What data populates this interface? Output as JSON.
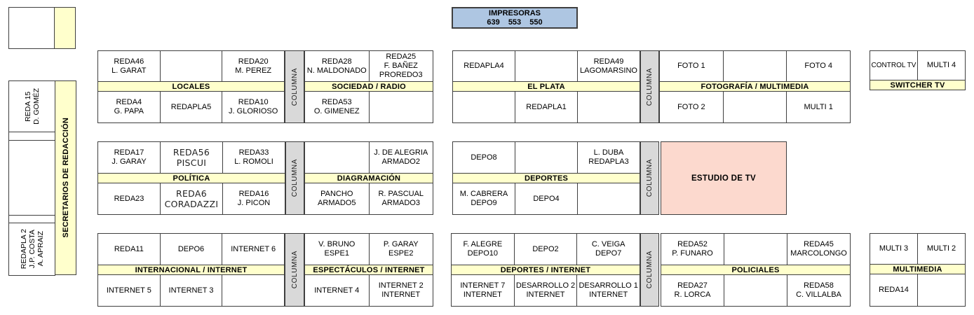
{
  "labels": {
    "columna": "COLUMNA",
    "estudio_tv": "ESTUDIO DE TV",
    "secretarios": "SECRETARIOS DE REDACCIÓN"
  },
  "printers": {
    "title": "IMPRESORAS",
    "numbers": "639 553 550"
  },
  "left_desks": {
    "top": "REDA 15\nD. GOMÉZ",
    "bottom": "REDAPLA 2\nJ.P. COSTA\nA. APRAIZ"
  },
  "groups": {
    "locales": {
      "header": "LOCALES",
      "top": [
        "REDA46\nL. GARAT",
        "",
        "REDA20\nM. PEREZ"
      ],
      "bottom": [
        "REDA4\nG. PAPA",
        "REDAPLA5",
        "REDA10\nJ. GLORIOSO"
      ]
    },
    "sociedad_radio": {
      "header": "SOCIEDAD / RADIO",
      "top": [
        "REDA28\nN. MALDONADO",
        "REDA25\nF. BAÑEZ\nPROREDO3"
      ],
      "bottom": [
        "REDA53\nO. GIMENEZ",
        ""
      ]
    },
    "el_plata": {
      "header": "EL PLATA",
      "top": [
        "REDAPLA4",
        "",
        "REDA49\nLAGOMARSINO"
      ],
      "bottom": [
        "",
        "REDAPLA1",
        ""
      ]
    },
    "fotografia_multimedia": {
      "header": "FOTOGRAFÍA / MULTIMEDIA",
      "top": [
        "FOTO 1",
        "",
        "FOTO 4"
      ],
      "bottom": [
        "FOTO 2",
        "",
        "MULTI 1"
      ]
    },
    "switcher_tv": {
      "header": "SWITCHER TV",
      "top": [
        "CONTROL TV",
        "MULTI 4"
      ]
    },
    "politica": {
      "header": "POLÍTICA",
      "top": [
        "REDA17\nJ. GARAY",
        "REDA56\nPISCUI",
        "REDA33\nL. ROMOLI"
      ],
      "bottom": [
        "REDA23",
        "REDA6\nCORADAZZI",
        "REDA16\nJ. PICON"
      ]
    },
    "diagramacion": {
      "header": "DIAGRAMACIÓN",
      "top": [
        "",
        "J. DE ALEGRIA\nARMADO2"
      ],
      "bottom": [
        "PANCHO\nARMADO5",
        "R. PASCUAL\nARMADO3"
      ]
    },
    "deportes": {
      "header": "DEPORTES",
      "top": [
        "DEPO8",
        "",
        "L. DUBA\nREDAPLA3"
      ],
      "bottom": [
        "M. CABRERA\nDEPO9",
        "DEPO4",
        ""
      ]
    },
    "internacional_internet": {
      "header": "INTERNACIONAL / INTERNET",
      "top": [
        "REDA11",
        "DEPO6",
        "INTERNET 6"
      ],
      "bottom": [
        "INTERNET 5",
        "INTERNET 3",
        ""
      ]
    },
    "espectaculos_internet": {
      "header": "ESPECTÁCULOS / INTERNET",
      "top": [
        "V. BRUNO\nESPE1",
        "P. GARAY\nESPE2"
      ],
      "bottom": [
        "INTERNET 4",
        "INTERNET 2\nINTERNET"
      ]
    },
    "deportes_internet": {
      "header": "DEPORTES / INTERNET",
      "top": [
        "F. ALEGRE\nDEPO10",
        "DEPO2",
        "C. VEIGA\nDEPO7"
      ],
      "bottom": [
        "INTERNET 7\nINTERNET",
        "DESARROLLO 2\nINTERNET",
        "DESARROLLO 1\nINTERNET"
      ]
    },
    "policiales": {
      "header": "POLICIALES",
      "top": [
        "REDA52\nP. FUNARO",
        "",
        "REDA45\nMARCOLONGO"
      ],
      "bottom": [
        "REDA27\nR. LORCA",
        "",
        "REDA58\nC. VILLALBA"
      ]
    },
    "multimedia": {
      "header": "MULTIMEDIA",
      "top": [
        "MULTI 3",
        "MULTI 2"
      ],
      "bottom": [
        "REDA14",
        ""
      ]
    }
  },
  "colors": {
    "header_bg": "#FFFFCC",
    "printers_bg": "#AEC6E2",
    "studio_bg": "#FCD9CE",
    "columna_bg": "#D9D9D9",
    "border": "#3f3f3f"
  }
}
